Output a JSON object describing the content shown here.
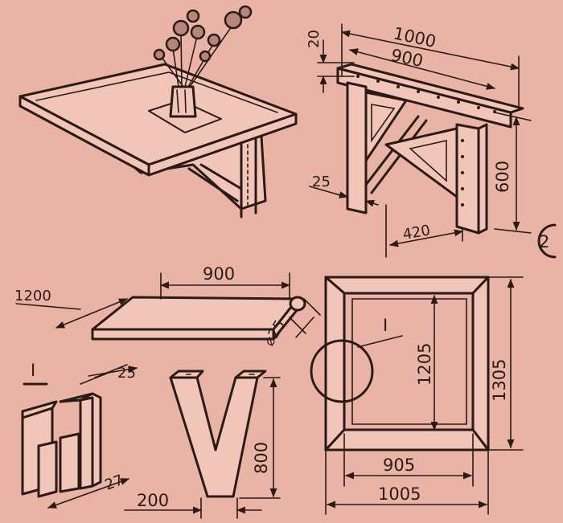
{
  "dimensions": {
    "bracket_height": "20",
    "total_width": "1000",
    "inner_width": "900",
    "bracket_thickness": "25",
    "leg_height": "600",
    "leg_reach": "420",
    "figure_number": "2",
    "top_length": "1200",
    "top_width": "900",
    "hinge_diameter": "⌀25",
    "detail_mark_small": "I",
    "strip_thickness": "25",
    "strip_width": "27",
    "v_base": "200",
    "v_height": "800",
    "detail_mark_frame": "I",
    "frame_inner_height": "1205",
    "frame_outer_height": "1305",
    "frame_inner_width": "905",
    "frame_outer_width": "1005"
  }
}
